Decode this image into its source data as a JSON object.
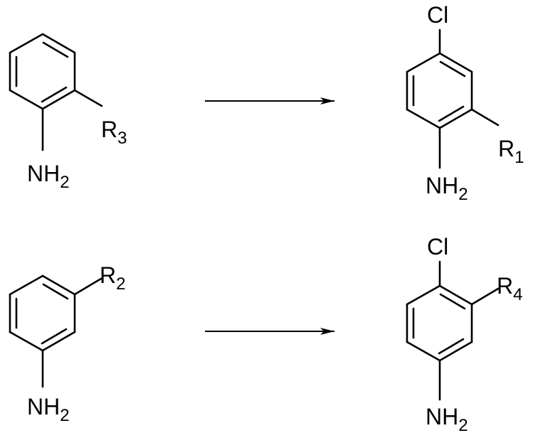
{
  "reactions": [
    {
      "reactant": {
        "substituent": "R",
        "substituent_sub": "3",
        "amine": "NH",
        "amine_sub": "2"
      },
      "product": {
        "halogen": "Cl",
        "substituent": "R",
        "substituent_sub": "1",
        "amine": "NH",
        "amine_sub": "2"
      }
    },
    {
      "reactant": {
        "substituent": "R",
        "substituent_sub": "2",
        "amine": "NH",
        "amine_sub": "2"
      },
      "product": {
        "halogen": "Cl",
        "substituent": "R",
        "substituent_sub": "4",
        "amine": "NH",
        "amine_sub": "2"
      }
    }
  ]
}
